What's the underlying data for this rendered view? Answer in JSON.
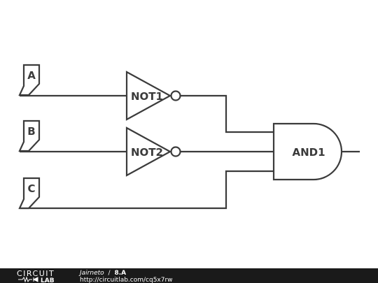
{
  "circuit": {
    "inputs": [
      {
        "label": "A"
      },
      {
        "label": "B"
      },
      {
        "label": "C"
      }
    ],
    "gates": [
      {
        "type": "NOT",
        "label": "NOT1"
      },
      {
        "type": "NOT",
        "label": "NOT2"
      },
      {
        "type": "AND",
        "label": "AND1"
      }
    ]
  },
  "footer": {
    "logo_top": "CIRCUIT",
    "logo_bottom": "LAB",
    "author": "Jairneto",
    "separator": "/",
    "title": "8.A",
    "url": "http://circuitlab.com/cq5x7rw",
    "background": "#1a1a1a"
  },
  "colors": {
    "stroke": "#3b3b3b",
    "background": "#ffffff"
  }
}
